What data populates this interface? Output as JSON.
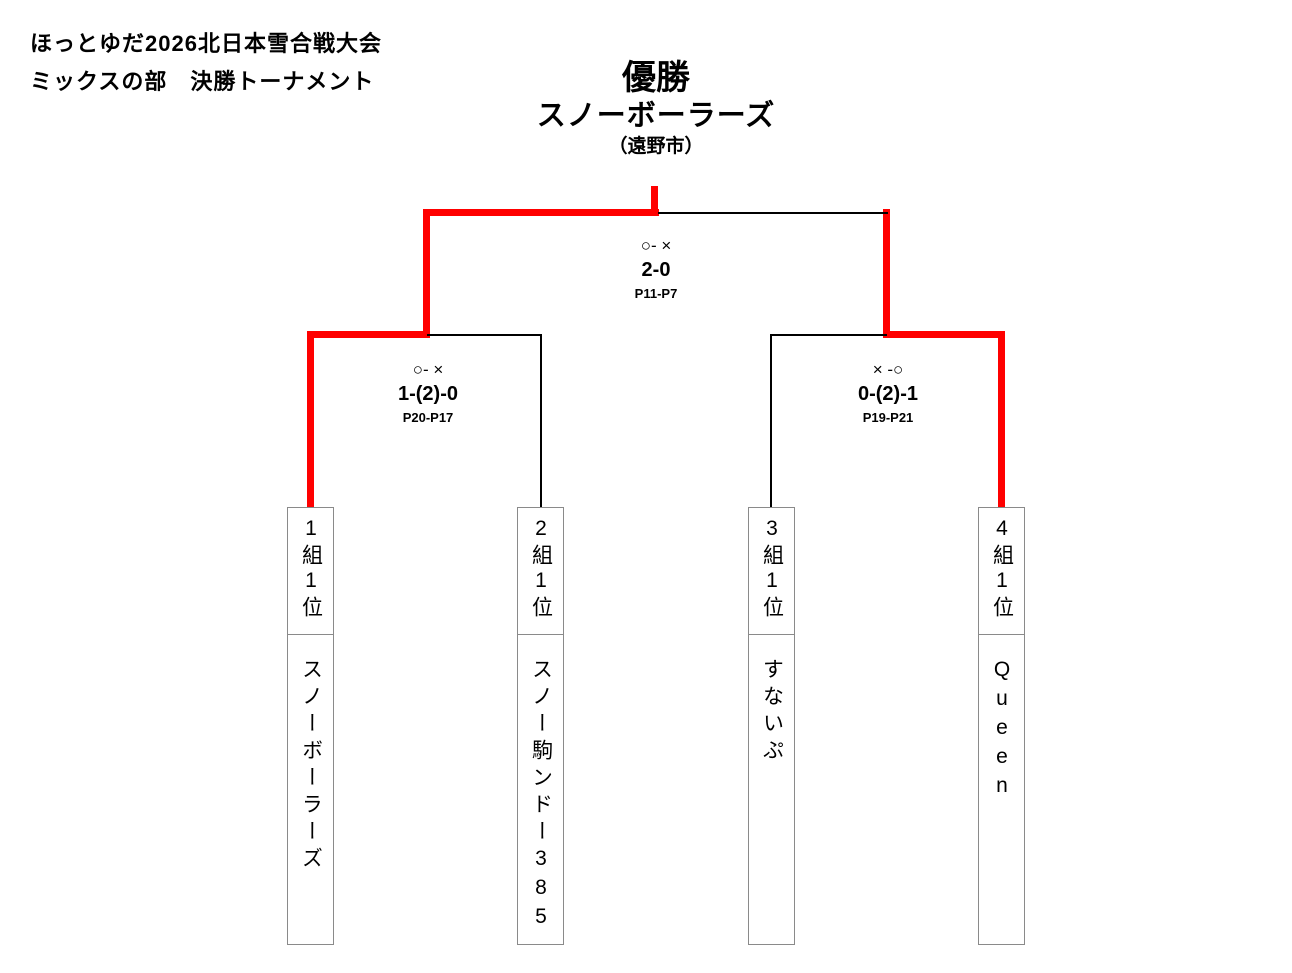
{
  "header": {
    "title_line1": "ほっとゆだ2026北日本雪合戦大会",
    "title_line2": "ミックスの部　決勝トーナメント"
  },
  "champion": {
    "label": "優勝",
    "team_name": "スノーボーラーズ",
    "city": "（遠野市）"
  },
  "matches": {
    "final": {
      "result_symbols": "○- ×",
      "score": "2-0",
      "points": "P11-P7"
    },
    "semifinal_left": {
      "result_symbols": "○- ×",
      "score": "1-(2)-0",
      "points": "P20-P17"
    },
    "semifinal_right": {
      "result_symbols": "× -○",
      "score": "0-(2)-1",
      "points": "P19-P21"
    }
  },
  "teams": [
    {
      "seed": "1組1位",
      "name": "スノーボーラーズ"
    },
    {
      "seed": "2組1位",
      "name": "スノー駒ンドー385"
    },
    {
      "seed": "3組1位",
      "name": "すないぷ"
    },
    {
      "seed": "4組1位",
      "name": "Queen"
    }
  ],
  "colors": {
    "winner_path": "#ff0000",
    "line": "#000000",
    "box_border": "#8a8a8a"
  }
}
